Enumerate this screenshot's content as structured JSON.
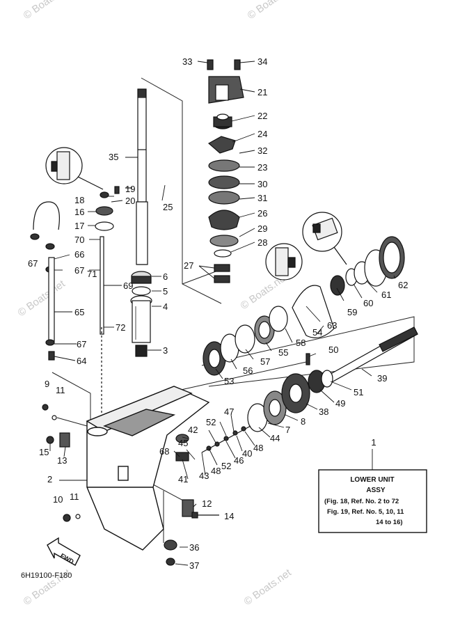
{
  "watermark": "© Boats.net",
  "diagram_code": "6H19100-F180",
  "fwd_label": "FWD",
  "info_box": {
    "ref_number": "1",
    "title": "LOWER UNIT",
    "subtitle": "ASSY",
    "line1": "(Fig. 18, Ref. No. 2 to 72",
    "line2": "Fig. 19, Ref. No. 5, 10, 11",
    "line3": "14 to 16)"
  },
  "part_labels": {
    "p2": "2",
    "p3": "3",
    "p4": "4",
    "p5": "5",
    "p6": "6",
    "p7": "7",
    "p8": "8",
    "p9": "9",
    "p10": "10",
    "p11a": "11",
    "p11b": "11",
    "p12": "12",
    "p13": "13",
    "p14": "14",
    "p15": "15",
    "p16": "16",
    "p17": "17",
    "p18": "18",
    "p19": "19",
    "p20": "20",
    "p21": "21",
    "p22": "22",
    "p23": "23",
    "p24": "24",
    "p25": "25",
    "p26": "26",
    "p27": "27",
    "p28": "28",
    "p29": "29",
    "p30": "30",
    "p31": "31",
    "p32": "32",
    "p33": "33",
    "p34": "34",
    "p35": "35",
    "p36": "36",
    "p37": "37",
    "p38": "38",
    "p39": "39",
    "p40": "40",
    "p41": "41",
    "p42": "42",
    "p43": "43",
    "p44": "44",
    "p45": "45",
    "p46": "46",
    "p47": "47",
    "p48a": "48",
    "p48b": "48",
    "p49": "49",
    "p50": "50",
    "p51": "51",
    "p52a": "52",
    "p52b": "52",
    "p53": "53",
    "p54": "54",
    "p55": "55",
    "p56": "56",
    "p57": "57",
    "p58": "58",
    "p59": "59",
    "p60": "60",
    "p61": "61",
    "p62": "62",
    "p63": "63",
    "p64": "64",
    "p65": "65",
    "p66": "66",
    "p67a": "67",
    "p67b": "67",
    "p67c": "67",
    "p68": "68",
    "p69": "69",
    "p70": "70",
    "p71": "71",
    "p72": "72"
  }
}
